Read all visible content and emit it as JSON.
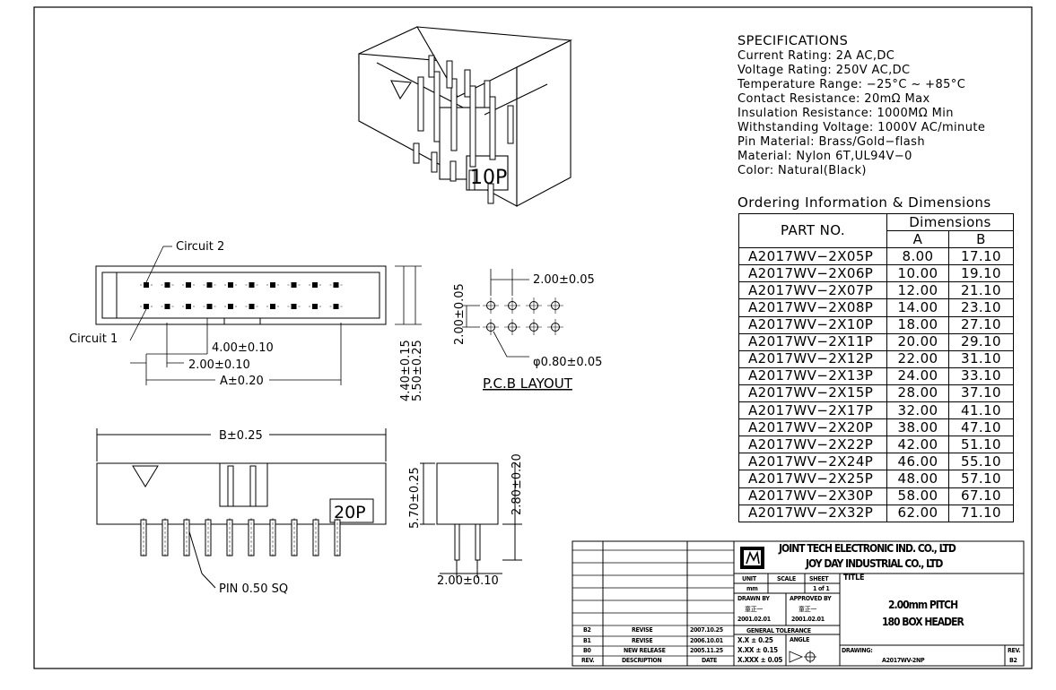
{
  "specifications": {
    "heading": "SPECIFICATIONS",
    "lines": [
      "Current Rating: 2A AC,DC",
      "Voltage Rating: 250V AC,DC",
      "Temperature Range: −25°C ~ +85°C",
      "Contact Resistance: 20mΩ Max",
      "Insulation Resistance: 1000MΩ Min",
      "Withstanding Voltage: 1000V AC/minute",
      "Pin Material: Brass/Gold−flash",
      "Material: Nylon 6T,UL94V−0",
      "Color: Natural(Black)"
    ]
  },
  "ordering": {
    "title": "Ordering Information & Dimensions",
    "header_part": "PART NO.",
    "header_dims": "Dimensions",
    "header_a": "A",
    "header_b": "B",
    "rows": [
      {
        "part": "A2017WV−2X05P",
        "a": "8.00",
        "b": "17.10"
      },
      {
        "part": "A2017WV−2X06P",
        "a": "10.00",
        "b": "19.10"
      },
      {
        "part": "A2017WV−2X07P",
        "a": "12.00",
        "b": "21.10"
      },
      {
        "part": "A2017WV−2X08P",
        "a": "14.00",
        "b": "23.10"
      },
      {
        "part": "A2017WV−2X10P",
        "a": "18.00",
        "b": "27.10"
      },
      {
        "part": "A2017WV−2X11P",
        "a": "20.00",
        "b": "29.10"
      },
      {
        "part": "A2017WV−2X12P",
        "a": "22.00",
        "b": "31.10"
      },
      {
        "part": "A2017WV−2X13P",
        "a": "24.00",
        "b": "33.10"
      },
      {
        "part": "A2017WV−2X15P",
        "a": "28.00",
        "b": "37.10"
      },
      {
        "part": "A2017WV−2X17P",
        "a": "32.00",
        "b": "41.10"
      },
      {
        "part": "A2017WV−2X20P",
        "a": "38.00",
        "b": "47.10"
      },
      {
        "part": "A2017WV−2X22P",
        "a": "42.00",
        "b": "51.10"
      },
      {
        "part": "A2017WV−2X24P",
        "a": "46.00",
        "b": "55.10"
      },
      {
        "part": "A2017WV−2X25P",
        "a": "48.00",
        "b": "57.10"
      },
      {
        "part": "A2017WV−2X30P",
        "a": "58.00",
        "b": "67.10"
      },
      {
        "part": "A2017WV−2X32P",
        "a": "62.00",
        "b": "71.10"
      }
    ]
  },
  "drawing": {
    "label_10p": "10P",
    "label_20p": "20P",
    "circuit_2": "Circuit 2",
    "circuit_1": "Circuit 1",
    "dim_4_00": "4.00±0.10",
    "dim_2_00": "2.00±0.10",
    "dim_a": "A±0.20",
    "dim_4_40": "4.40±0.15",
    "dim_5_50": "5.50±0.25",
    "pcb_2_00_h": "2.00±0.05",
    "pcb_2_00_v": "2.00±0.05",
    "pcb_hole": "φ0.80±0.05",
    "pcb_title": "P.C.B LAYOUT",
    "dim_b": "B±0.25",
    "pin_note": "PIN 0.50 SQ",
    "dim_5_70": "5.70±0.25",
    "dim_2_80": "2.80±0.20",
    "dim_2_00_side": "2.00±0.10"
  },
  "title_block": {
    "company_en": "JOINT TECH ELECTRONIC IND. CO., LTD",
    "company_en2": "JOY DAY INDUSTRIAL CO., LTD",
    "unit_label": "UNIT",
    "unit_value": "mm",
    "scale_label": "SCALE",
    "sheet_label": "SHEET",
    "sheet_value": "1 of 1",
    "title_label": "TITLE",
    "title_1": "2.00mm PITCH",
    "title_2": "180 BOX HEADER",
    "drawn_by": "DRAWN BY",
    "approved_by": "APPROVED BY",
    "drawn_name": "童正一",
    "approved_name": "童正一",
    "drawn_date": "2001.02.01",
    "approved_date": "2001.02.01",
    "general_tolerance": "GENERAL TOLERANCE",
    "tol_1": "X.X ± 0.25",
    "tol_2": "X.XX ± 0.15",
    "tol_3": "X.XXX ± 0.05",
    "angle_label": "ANGLE",
    "drawing_label": "DRAWING:",
    "drawing_no": "A2017WV-2NP",
    "rev_label": "REV.",
    "rev_value": "B2",
    "rev_rows": [
      {
        "rev": "B2",
        "desc": "REVISE",
        "date": "2007.10.25"
      },
      {
        "rev": "B1",
        "desc": "REVISE",
        "date": "2006.10.01"
      },
      {
        "rev": "B0",
        "desc": "NEW RELEASE",
        "date": "2005.11.25"
      }
    ],
    "col_rev": "REV.",
    "col_desc": "DESCRIPTION",
    "col_date": "DATE"
  }
}
